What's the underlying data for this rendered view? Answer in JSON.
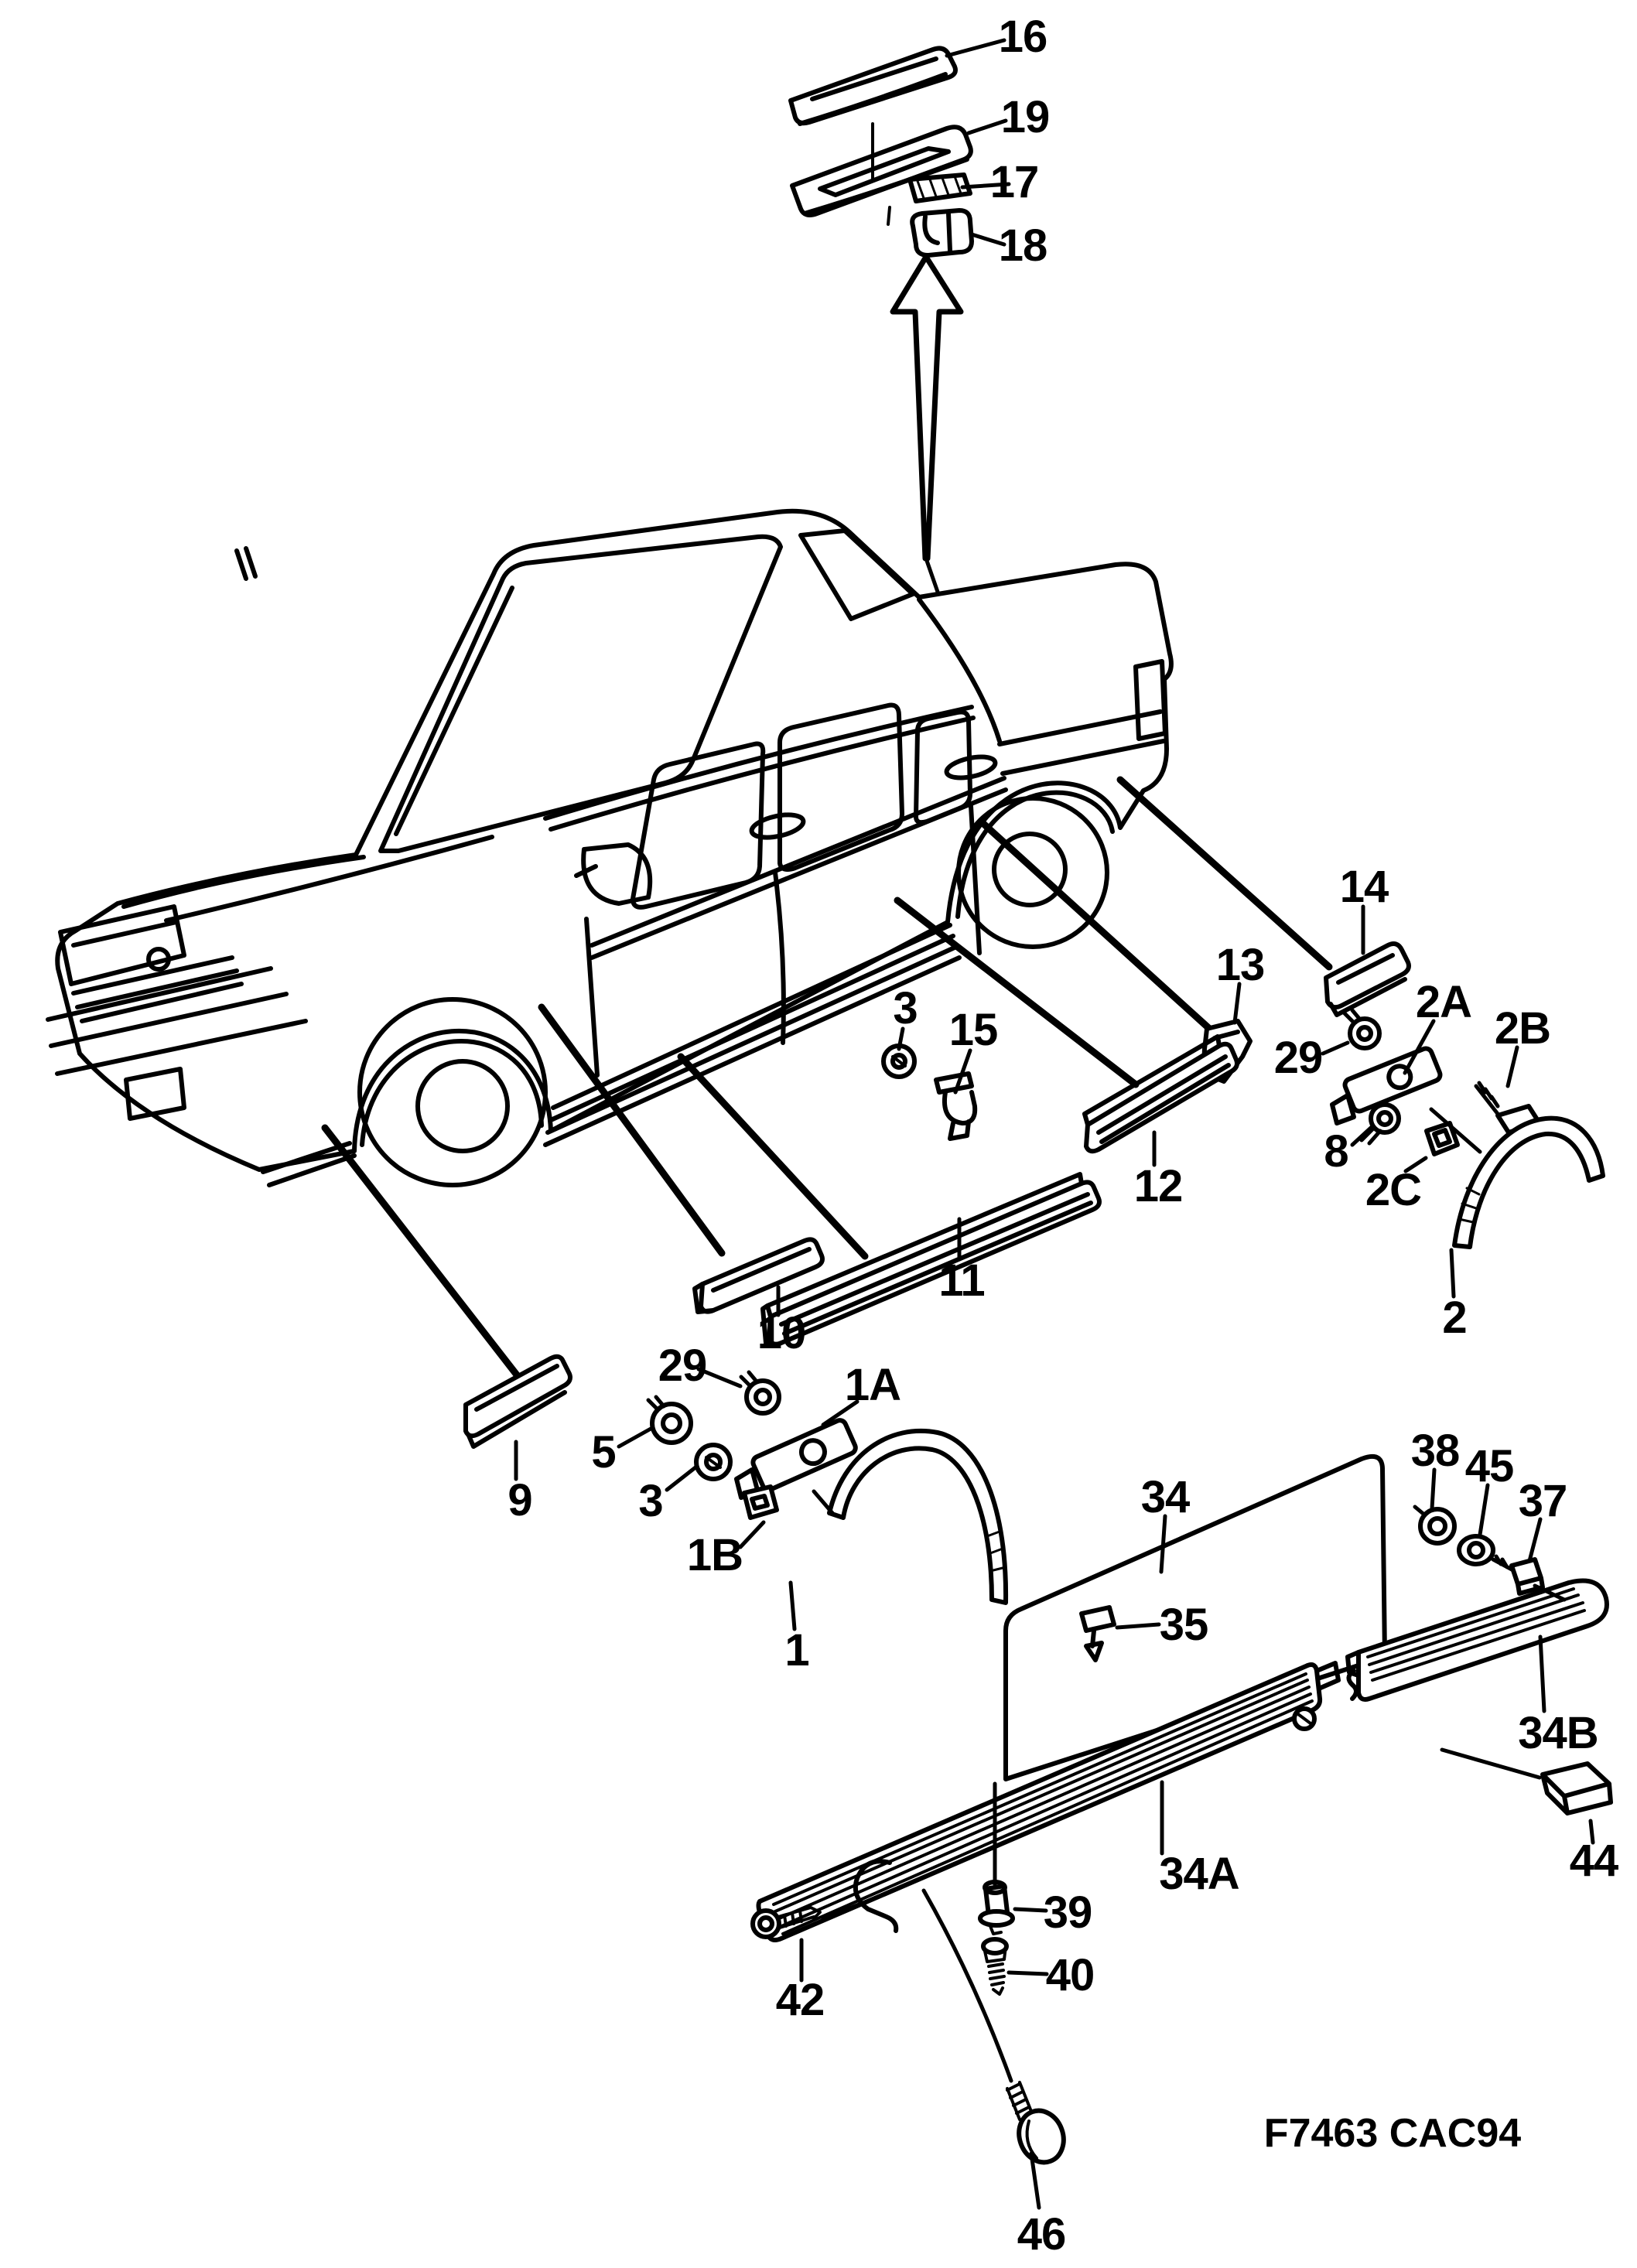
{
  "figure": {
    "code": "F7463 CAC94",
    "description": "exploded-parts-diagram-car-exterior-mouldings",
    "ink_color": "#000000",
    "paper_color": "#ffffff"
  },
  "callouts": {
    "c16": "16",
    "c19": "19",
    "c17": "17",
    "c18": "18",
    "c14": "14",
    "c13": "13",
    "c2a": "2A",
    "c2b": "2B",
    "c29_right": "29",
    "c8": "8",
    "c2c": "2C",
    "c2": "2",
    "c3_mid": "3",
    "c15": "15",
    "c12": "12",
    "c11": "11",
    "c10": "10",
    "c9": "9",
    "c29_left": "29",
    "c5": "5",
    "c3_left": "3",
    "c1a": "1A",
    "c1b": "1B",
    "c1": "1",
    "c34": "34",
    "c35": "35",
    "c38": "38",
    "c45": "45",
    "c37": "37",
    "c34b": "34B",
    "c44": "44",
    "c34a": "34A",
    "c39": "39",
    "c40": "40",
    "c42": "42",
    "c46": "46"
  }
}
